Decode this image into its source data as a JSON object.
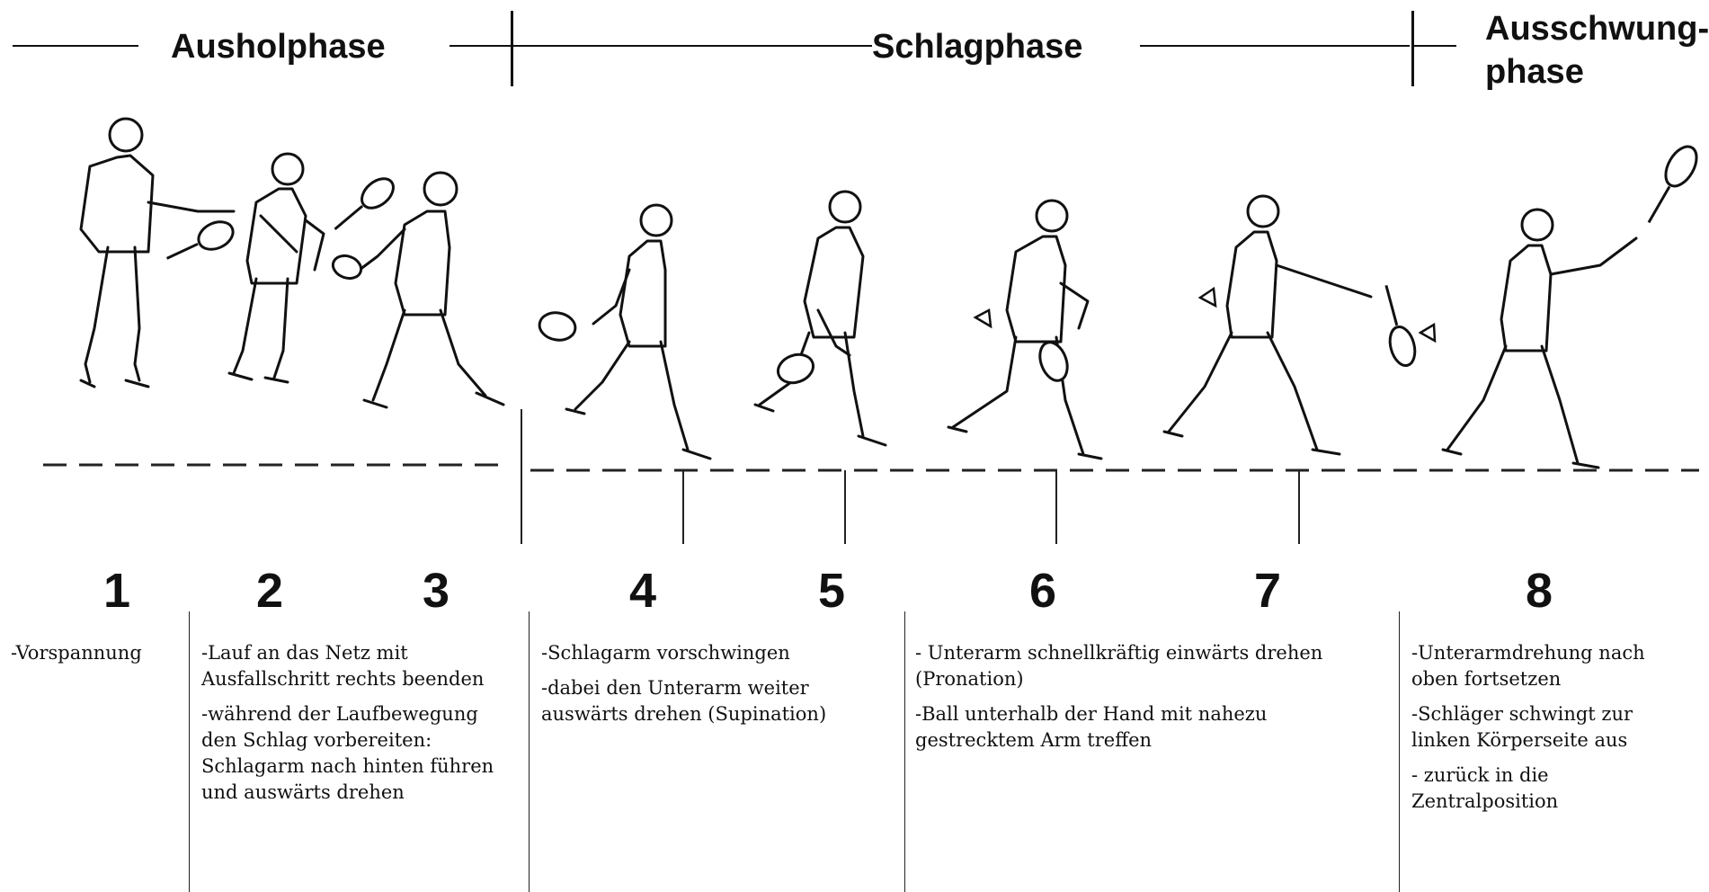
{
  "phases": {
    "ausholphase": "Ausholphase",
    "schlagphase": "Schlagphase",
    "ausschwung_line1": "Ausschwung-",
    "ausschwung_line2": "phase"
  },
  "numbers": [
    "1",
    "2",
    "3",
    "4",
    "5",
    "6",
    "7",
    "8"
  ],
  "columns": [
    {
      "paragraphs": [
        "-Vorspannung"
      ]
    },
    {
      "paragraphs": [
        "-Lauf an das Netz mit\nAusfallschritt rechts beenden",
        "-während der Laufbewegung\nden Schlag vorbereiten:\nSchlagarm nach hinten führen\nund auswärts drehen"
      ]
    },
    {
      "paragraphs": [
        "-Schlagarm vorschwingen",
        "-dabei den Unterarm weiter\nauswärts drehen (Supination)"
      ]
    },
    {
      "paragraphs": [
        "- Unterarm schnellkräftig einwärts drehen\n(Pronation)",
        "-Ball unterhalb der Hand mit nahezu\ngestrecktem Arm treffen"
      ]
    },
    {
      "paragraphs": [
        "-Unterarmdrehung nach\noben fortsetzen",
        "-Schläger schwingt zur\nlinken Körperseite aus",
        "- zurück in die\nZentralposition"
      ]
    }
  ]
}
